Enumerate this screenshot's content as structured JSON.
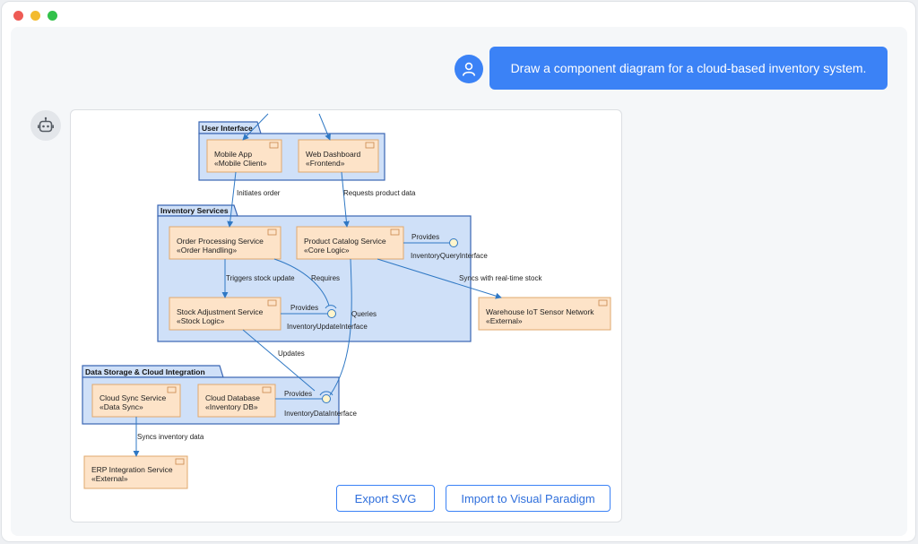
{
  "window": {
    "controls": [
      "close",
      "minimize",
      "maximize"
    ]
  },
  "chat": {
    "user_avatar_icon": "user-icon",
    "user_message": "Draw a component diagram for a cloud-based inventory system.",
    "bot_avatar_icon": "robot-icon"
  },
  "diagram": {
    "packages": {
      "ui": "User Interface",
      "inventory": "Inventory Services",
      "storage": "Data Storage & Cloud Integration"
    },
    "components": {
      "mobile_app": {
        "name": "Mobile App",
        "stereotype": "«Mobile Client»"
      },
      "web_dashboard": {
        "name": "Web Dashboard",
        "stereotype": "«Frontend»"
      },
      "order_processing": {
        "name": "Order Processing Service",
        "stereotype": "«Order Handling»"
      },
      "product_catalog": {
        "name": "Product Catalog Service",
        "stereotype": "«Core Logic»"
      },
      "stock_adjustment": {
        "name": "Stock Adjustment Service",
        "stereotype": "«Stock Logic»"
      },
      "warehouse_iot": {
        "name": "Warehouse IoT Sensor Network",
        "stereotype": "«External»"
      },
      "cloud_sync": {
        "name": "Cloud Sync Service",
        "stereotype": "«Data Sync»"
      },
      "cloud_database": {
        "name": "Cloud Database",
        "stereotype": "«Inventory DB»"
      },
      "erp_integration": {
        "name": "ERP Integration Service",
        "stereotype": "«External»"
      }
    },
    "interfaces": {
      "query": "InventoryQueryInterface",
      "update": "InventoryUpdateInterface",
      "data": "InventoryDataInterface"
    },
    "edge_labels": {
      "initiates_order": "Initiates order",
      "requests_product_data": "Requests product data",
      "provides_query": "Provides",
      "syncs_realtime": "Syncs with real-time stock",
      "triggers_stock_update": "Triggers stock update",
      "requires": "Requires",
      "provides_update": "Provides",
      "queries": "Queries",
      "updates": "Updates",
      "provides_data": "Provides",
      "syncs_inventory": "Syncs inventory data"
    },
    "colors": {
      "package_fill": "#cfe0f8",
      "package_stroke": "#3a66b3",
      "component_fill": "#fde3c8",
      "component_stroke": "#e0a86e",
      "arrow": "#2f78c4"
    }
  },
  "actions": {
    "export_label": "Export SVG",
    "import_label": "Import to Visual Paradigm"
  },
  "colors": {
    "accent": "#3b82f6"
  }
}
